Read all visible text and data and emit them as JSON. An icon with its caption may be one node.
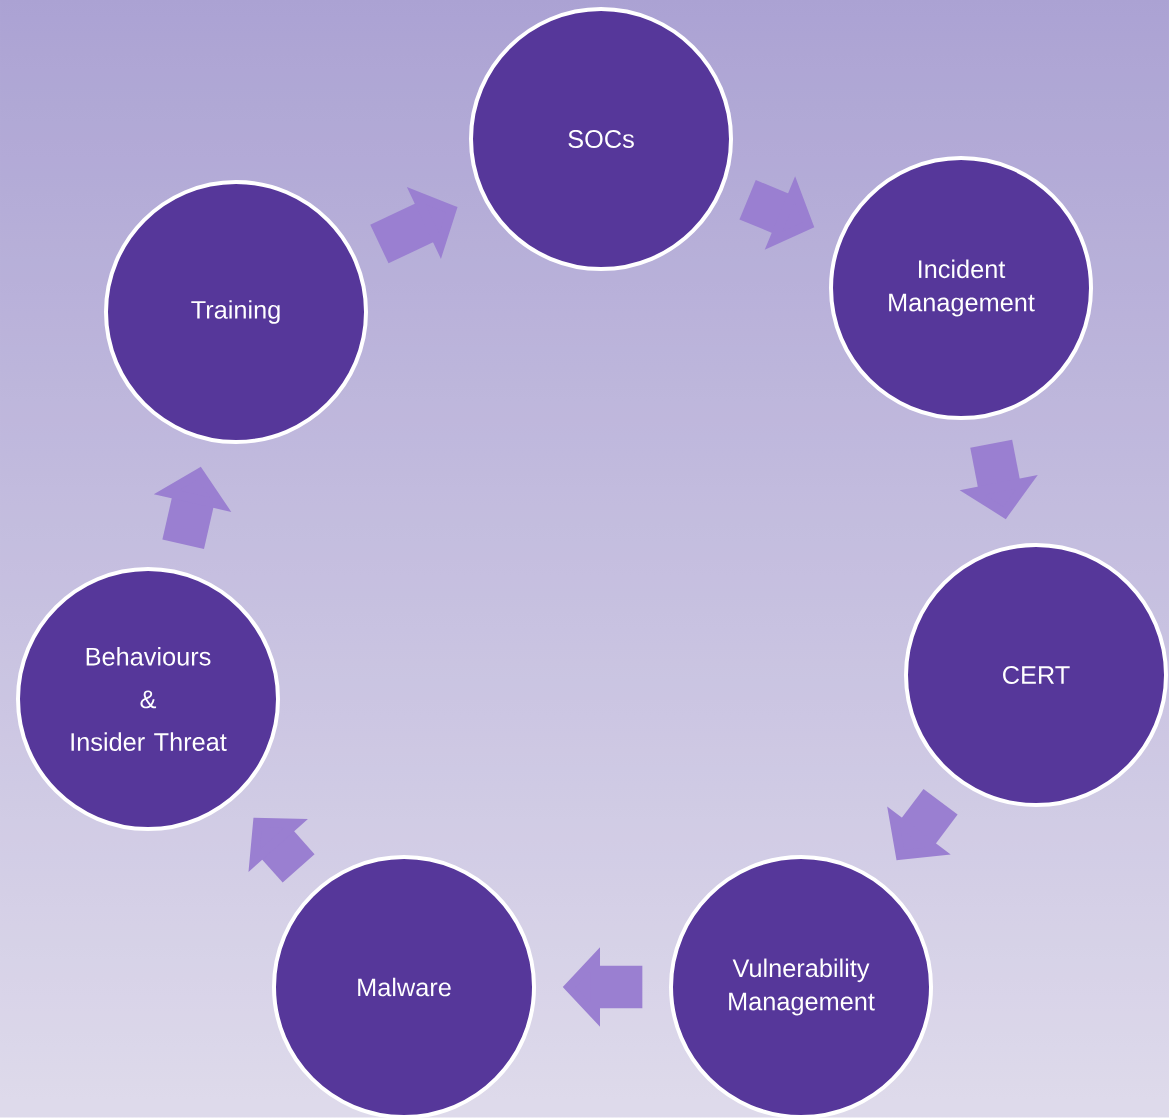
{
  "diagram": {
    "nodes": [
      {
        "text": [
          "SOCs"
        ]
      },
      {
        "text": [
          "Incident Management"
        ]
      },
      {
        "text": [
          "CERT"
        ]
      },
      {
        "text": [
          "Vulnerability Management"
        ]
      },
      {
        "text": [
          "Malware"
        ]
      },
      {
        "text": [
          "Behaviours",
          "&",
          "Insider Threat"
        ]
      },
      {
        "text": [
          "Training"
        ]
      }
    ],
    "edges": [
      {
        "from": 0,
        "to": 1,
        "arrow": "to"
      },
      {
        "from": 1,
        "to": 2,
        "arrow": "to"
      },
      {
        "from": 2,
        "to": 3,
        "arrow": "to"
      },
      {
        "from": 3,
        "to": 4,
        "arrow": "to"
      },
      {
        "from": 4,
        "to": 5,
        "arrow": "to"
      },
      {
        "from": 5,
        "to": 6,
        "arrow": "to"
      },
      {
        "from": 6,
        "to": 0,
        "arrow": "to"
      }
    ]
  }
}
